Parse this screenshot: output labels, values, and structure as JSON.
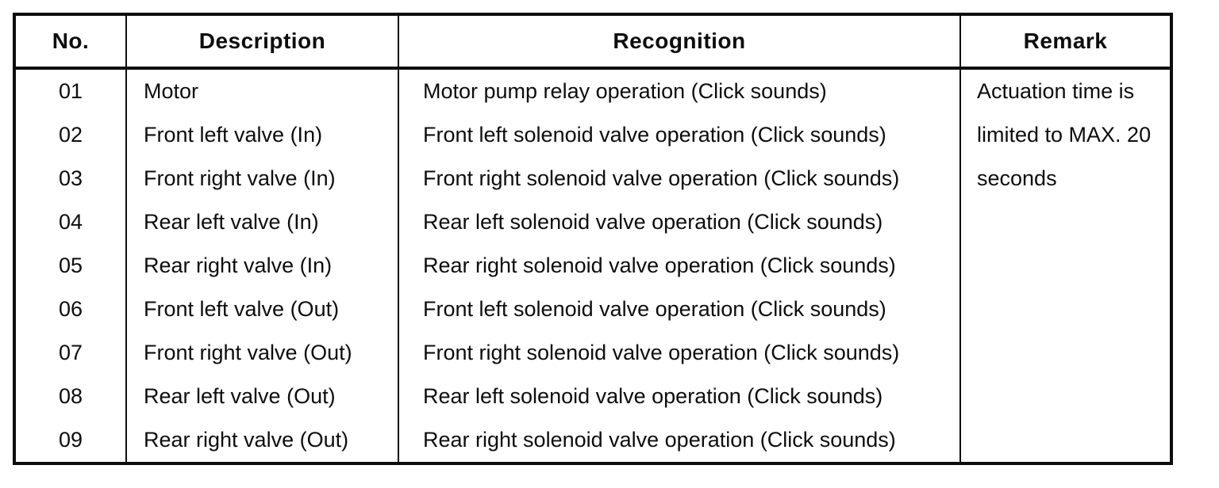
{
  "table": {
    "headers": {
      "no": "No.",
      "description": "Description",
      "recognition": "Recognition",
      "remark": "Remark"
    },
    "rows": [
      {
        "no": "01",
        "description": "Motor",
        "recognition": "Motor pump relay operation (Click sounds)"
      },
      {
        "no": "02",
        "description": "Front left valve (In)",
        "recognition": "Front left solenoid valve operation (Click sounds)"
      },
      {
        "no": "03",
        "description": "Front right valve (In)",
        "recognition": "Front right solenoid valve operation (Click sounds)"
      },
      {
        "no": "04",
        "description": "Rear left valve (In)",
        "recognition": "Rear left solenoid valve operation (Click sounds)"
      },
      {
        "no": "05",
        "description": "Rear right valve (In)",
        "recognition": "Rear right solenoid valve operation (Click sounds)"
      },
      {
        "no": "06",
        "description": "Front left valve (Out)",
        "recognition": "Front left solenoid valve operation (Click sounds)"
      },
      {
        "no": "07",
        "description": "Front right valve (Out)",
        "recognition": "Front right solenoid valve operation (Click sounds)"
      },
      {
        "no": "08",
        "description": "Rear left valve (Out)",
        "recognition": "Rear left solenoid valve operation (Click sounds)"
      },
      {
        "no": "09",
        "description": "Rear right valve (Out)",
        "recognition": "Rear right solenoid valve operation (Click sounds)"
      }
    ],
    "remark": {
      "lines": [
        "Actuation time is",
        "limited to MAX. 20",
        "seconds"
      ]
    }
  },
  "colors": {
    "border": "#0d0d0d",
    "text": "#0d0d0d",
    "background": "#ffffff"
  }
}
